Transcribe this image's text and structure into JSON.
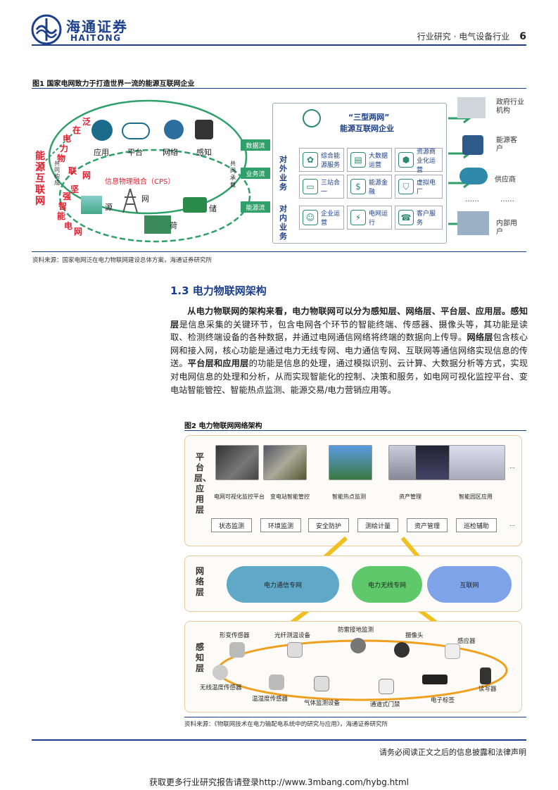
{
  "header": {
    "logo_cn": "海通证券",
    "logo_en": "HAITONG",
    "right_text": "行业研究 · 电气设备行业",
    "page_number": "6"
  },
  "fig1": {
    "caption": "图1  国家电网致力于打造世界一流的能源互联网企业",
    "source": "资料来源：国家电网泛在电力物联网建设总体方案，海通证券研究所",
    "left_vertical": "能源互联网",
    "upper_arc": [
      "泛",
      "在",
      "电",
      "力",
      "物",
      "联",
      "网"
    ],
    "lower_arc": [
      "坚",
      "强",
      "智",
      "能",
      "电",
      "网"
    ],
    "co_build": "共同构成",
    "icons_top": [
      "应用",
      "平台",
      "网络",
      "感知"
    ],
    "cps": "信息物理融合（CPS）",
    "icons_bottom": [
      "源",
      "网",
      "荷",
      "储"
    ],
    "gongtong": "共同承载",
    "flows": [
      "数据流",
      "业务流",
      "能源流"
    ],
    "center_title": "“三型两网”",
    "center_subtitle": "能源互联网企业",
    "external_label": "对外业务",
    "internal_label": "对内业务",
    "external_items": [
      "综合能源服务",
      "大数据运营",
      "资源商业化运营",
      "三站合一",
      "能源金融",
      "虚拟电厂"
    ],
    "internal_items": [
      "企业运营",
      "电网运行",
      "客户服务"
    ],
    "right_items": [
      "政府行业机构",
      "能源客户",
      "供应商",
      "内部用户"
    ],
    "dashes": "……"
  },
  "section": {
    "number_title": "1.3 电力物联网架构",
    "lead_bold": "从电力物联网的架构来看，电力物联网可以分为感知层、网络层、平台层、应用层。",
    "t1": "感知层",
    "p1": "是信息采集的关键环节，包含电网各个环节的智能终端、传感器、摄像头等，其功能是读取、检测终端设备的各种数据，并通过电网通信网络将终端的数据向上传导。",
    "t2": "网络层",
    "p2": "包含核心网和接入网，核心功能是通过电力无线专网、电力通信专网、互联网等通信网络实现信息的传送。",
    "t3": "平台层和应用层",
    "p3": "的功能是信息的处理，通过模拟识别、云计算、大数据分析等方式，实现对电网信息的处理和分析，从而实现智能化的控制、决策和服务，如电网可视化监控平台、变电站智能管控、智能热点监测、能源交易/电力营销应用等。"
  },
  "fig2": {
    "caption": "图2  电力物联网网络架构",
    "source": "资料来源：《物联网技术在电力输配电系统中的研究与应用》，海通证券研究所",
    "platform_label": "平台层、应用层",
    "network_label": "网络层",
    "perception_label": "感知层",
    "platform_captions": [
      "电网可视化监控平台",
      "变电站智能管控",
      "智能热点监测",
      "资产管理",
      "智能园区应用"
    ],
    "app_pills": [
      "状态监测",
      "环境监测",
      "安全防护",
      "测绘计量",
      "资产管理",
      "巡检辅助"
    ],
    "ellipsis": "…",
    "clouds": [
      "电力通信专网",
      "电力无线专网",
      "互联网"
    ],
    "devices": [
      "形变传感器",
      "光纤测温设备",
      "防雷接地监测",
      "摄像头",
      "感应器",
      "无线温度传感器",
      "温湿度传感器",
      "气体监测设备",
      "通道式门禁",
      "电子标签",
      "读写器"
    ]
  },
  "footer": {
    "note": "请务必阅读正文之后的信息披露和法律声明",
    "link": "获取更多行业研究报告请登录http://www.3mbang.com/hybg.html"
  },
  "colors": {
    "brand": "#1b3f8b",
    "accent_red": "#e02030",
    "green": "#2fa06a"
  }
}
